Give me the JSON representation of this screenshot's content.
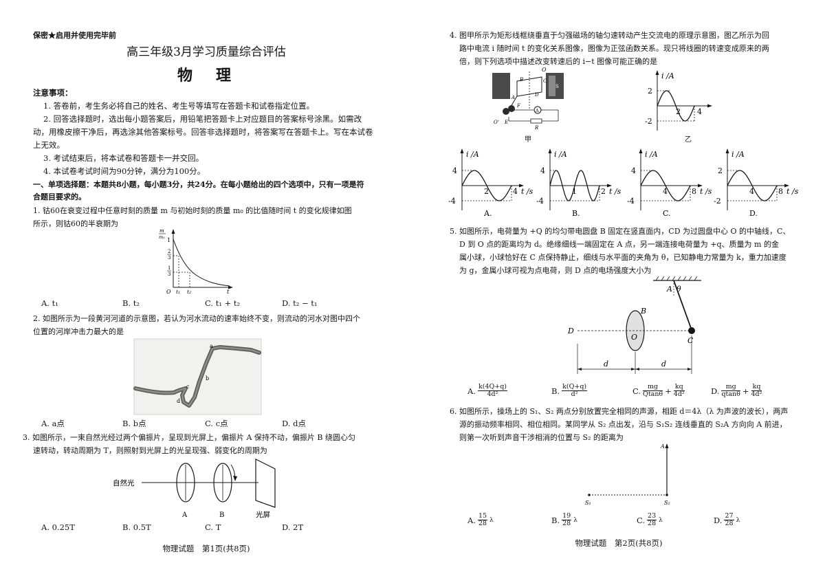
{
  "p1": {
    "confidential": "保密★启用并使用完毕前",
    "exam_title": "高三年级3月学习质量综合评估",
    "subject": "物　理",
    "notice_title": "注意事项：",
    "notices": [
      "1. 答卷前，考生务必将自己的姓名、考生号等填写在答题卡和试卷指定位置。",
      "2. 回答选择题时，选出每小题答案后，用铅笔把答题卡上对应题目的答案标号涂黑。如需改",
      "动，用橡皮擦干净后，再选涂其他答案标号。回答非选择题时，将答案写在答题卡上。写在本试卷",
      "上无效。",
      "3. 考试结束后，将本试卷和答题卡一并交回。",
      "4. 本试卷考试时间为90分钟，满分为100分。"
    ],
    "section_line1": "一、单项选择题：本题共8小题，每小题3分，共24分。在每小题给出的四个选项中，只有一项是符",
    "section_line2": "合题目要求的。",
    "q1": {
      "line1": "1. 钴60在衰变过程中任意时刻的质量 m 与初始时刻的质量 m₀ 的比值随时间 t 的变化规律如图",
      "line2": "所示，则钴60的半衰期为",
      "options": [
        "A. t₁",
        "B. t₂",
        "C. t₁ + t₂",
        "D. t₂ − t₁"
      ],
      "graph": {
        "ylabel_num": "m",
        "ylabel_den": "m₀",
        "y1": "1",
        "y23n": "2",
        "y23d": "3",
        "y13n": "1",
        "y13d": "3",
        "origin": "O",
        "t1": "t₁",
        "t2": "t₂",
        "t": "t"
      }
    },
    "q2": {
      "line1": "2. 如图所示为一段黄河河道的示意图，若认为河水流动的速率始终不变，则流动的河水对图中四个",
      "line2": "位置的河岸冲击力最大的是",
      "labels": [
        "a",
        "b",
        "c",
        "d"
      ],
      "options": [
        "A. a点",
        "B. b点",
        "C. c点",
        "D. d点"
      ]
    },
    "q3": {
      "line1": "3. 如图所示，一束自然光经过两个偏振片，呈现到光屏上，偏振片 A 保持不动，偏振片 B 绕圆心匀",
      "line2": "速转动，转动周期为 T，则照射到光屏上的光呈现强、弱变化的周期为",
      "light_label": "自然光",
      "a_label": "A",
      "b_label": "B",
      "screen_label": "光屏",
      "options": [
        "A. 0.25T",
        "B. 0.5T",
        "C. T",
        "D. 2T"
      ]
    },
    "footer": "物理试题　第1页(共8页)"
  },
  "p2": {
    "q4": {
      "line1": "4. 图甲所示为矩形线框绕垂直于匀强磁场的轴匀速转动产生交流电的原理示意图，图乙所示为回",
      "line2": "路中电流 i 随时间 t 的变化关系图像，图像为正弦函数关系。现只将线圈的转速变成原来的两",
      "line3": "倍，则下列选项中描述改变转速后的 i−t 图像可能正确的是",
      "jia": "甲",
      "yi": "乙",
      "apparatus": {
        "o_top": "O",
        "b": "B",
        "c": "C",
        "d": "D",
        "a": "A",
        "f": "F",
        "e": "E",
        "o_bot": "O'",
        "r": "R",
        "meter": "A"
      },
      "yi_graph": {
        "ylabel": "i /A",
        "ymax": "2",
        "ymin": "-2",
        "x1": "2",
        "x2": "4"
      },
      "option_graphs": [
        {
          "label": "A.",
          "ylabel": "i /A",
          "ymax": "4",
          "ymin": "-4",
          "x1": "2",
          "x2": "4",
          "xunit": "t /s"
        },
        {
          "label": "B.",
          "ylabel": "i /A",
          "ymax": "4",
          "ymin": "-4",
          "x1": "1",
          "x2": "2",
          "xunit": "t /s"
        },
        {
          "label": "C.",
          "ylabel": "i /A",
          "ymax": "4",
          "ymin": "-4",
          "x1": "4",
          "x2": "8",
          "xunit": "t /s"
        },
        {
          "label": "D.",
          "ylabel": "i /A",
          "ymax": "2",
          "ymin": "-2",
          "x1": "4",
          "x2": "8",
          "xunit": "t /s"
        }
      ]
    },
    "q5": {
      "line1": "5. 如图所示，电荷量为 +Q 的均匀带电圆盘 B 固定在竖直面内，CD 为过圆盘中心 O 的中轴线，C、",
      "line2": "D 到 O 点的距离均为 d。绝缘细线一端固定在 A 点，另一端连接电荷量为 +q、质量为 m 的金",
      "line3": "属小球，小球恰好在 C 点保持静止，细线与水平面的夹角为 θ，已知静电力常量为 k，重力加速度",
      "line4": "为 g，金属小球可视为点电荷，则 D 点的电场强度大小为",
      "diagram": {
        "a": "A",
        "theta": "θ",
        "b": "B",
        "o": "O",
        "c": "C",
        "d_point": "D",
        "d1": "d",
        "d2": "d"
      },
      "options": [
        {
          "label": "A.",
          "num": "k(4Q+q)",
          "den": "4d²"
        },
        {
          "label": "B.",
          "num": "k(Q+q)",
          "den": "d²"
        },
        {
          "label": "C.",
          "num1": "mg",
          "den1": "Qtanθ",
          "num2": "kq",
          "den2": "4d²"
        },
        {
          "label": "D.",
          "num1": "mg",
          "den1": "qtanθ",
          "num2": "kq",
          "den2": "4d²"
        }
      ]
    },
    "q6": {
      "line1": "6. 如图所示，操场上的 S₁、S₂ 两点分别放置完全相同的声源，相距 d＝4λ（λ 为声波的波长），两声",
      "line2": "源的振动频率相同、相位相同。某同学从 S₂ 点出发，沿与 S₁S₂ 连线垂直的 S₂A 方向向 A 前进，",
      "line3": "则第一次听到声音干涉相消的位置与 S₂ 的距离为",
      "diagram": {
        "a": "A",
        "s1": "S₁",
        "s2": "S₂"
      },
      "options": [
        {
          "label": "A.",
          "num": "15",
          "den": "28",
          "unit": "λ"
        },
        {
          "label": "B.",
          "num": "19",
          "den": "28",
          "unit": "λ"
        },
        {
          "label": "C.",
          "num": "23",
          "den": "28",
          "unit": "λ"
        },
        {
          "label": "D.",
          "num": "27",
          "den": "28",
          "unit": "λ"
        }
      ]
    },
    "footer": "物理试题　第2页(共8页)"
  }
}
